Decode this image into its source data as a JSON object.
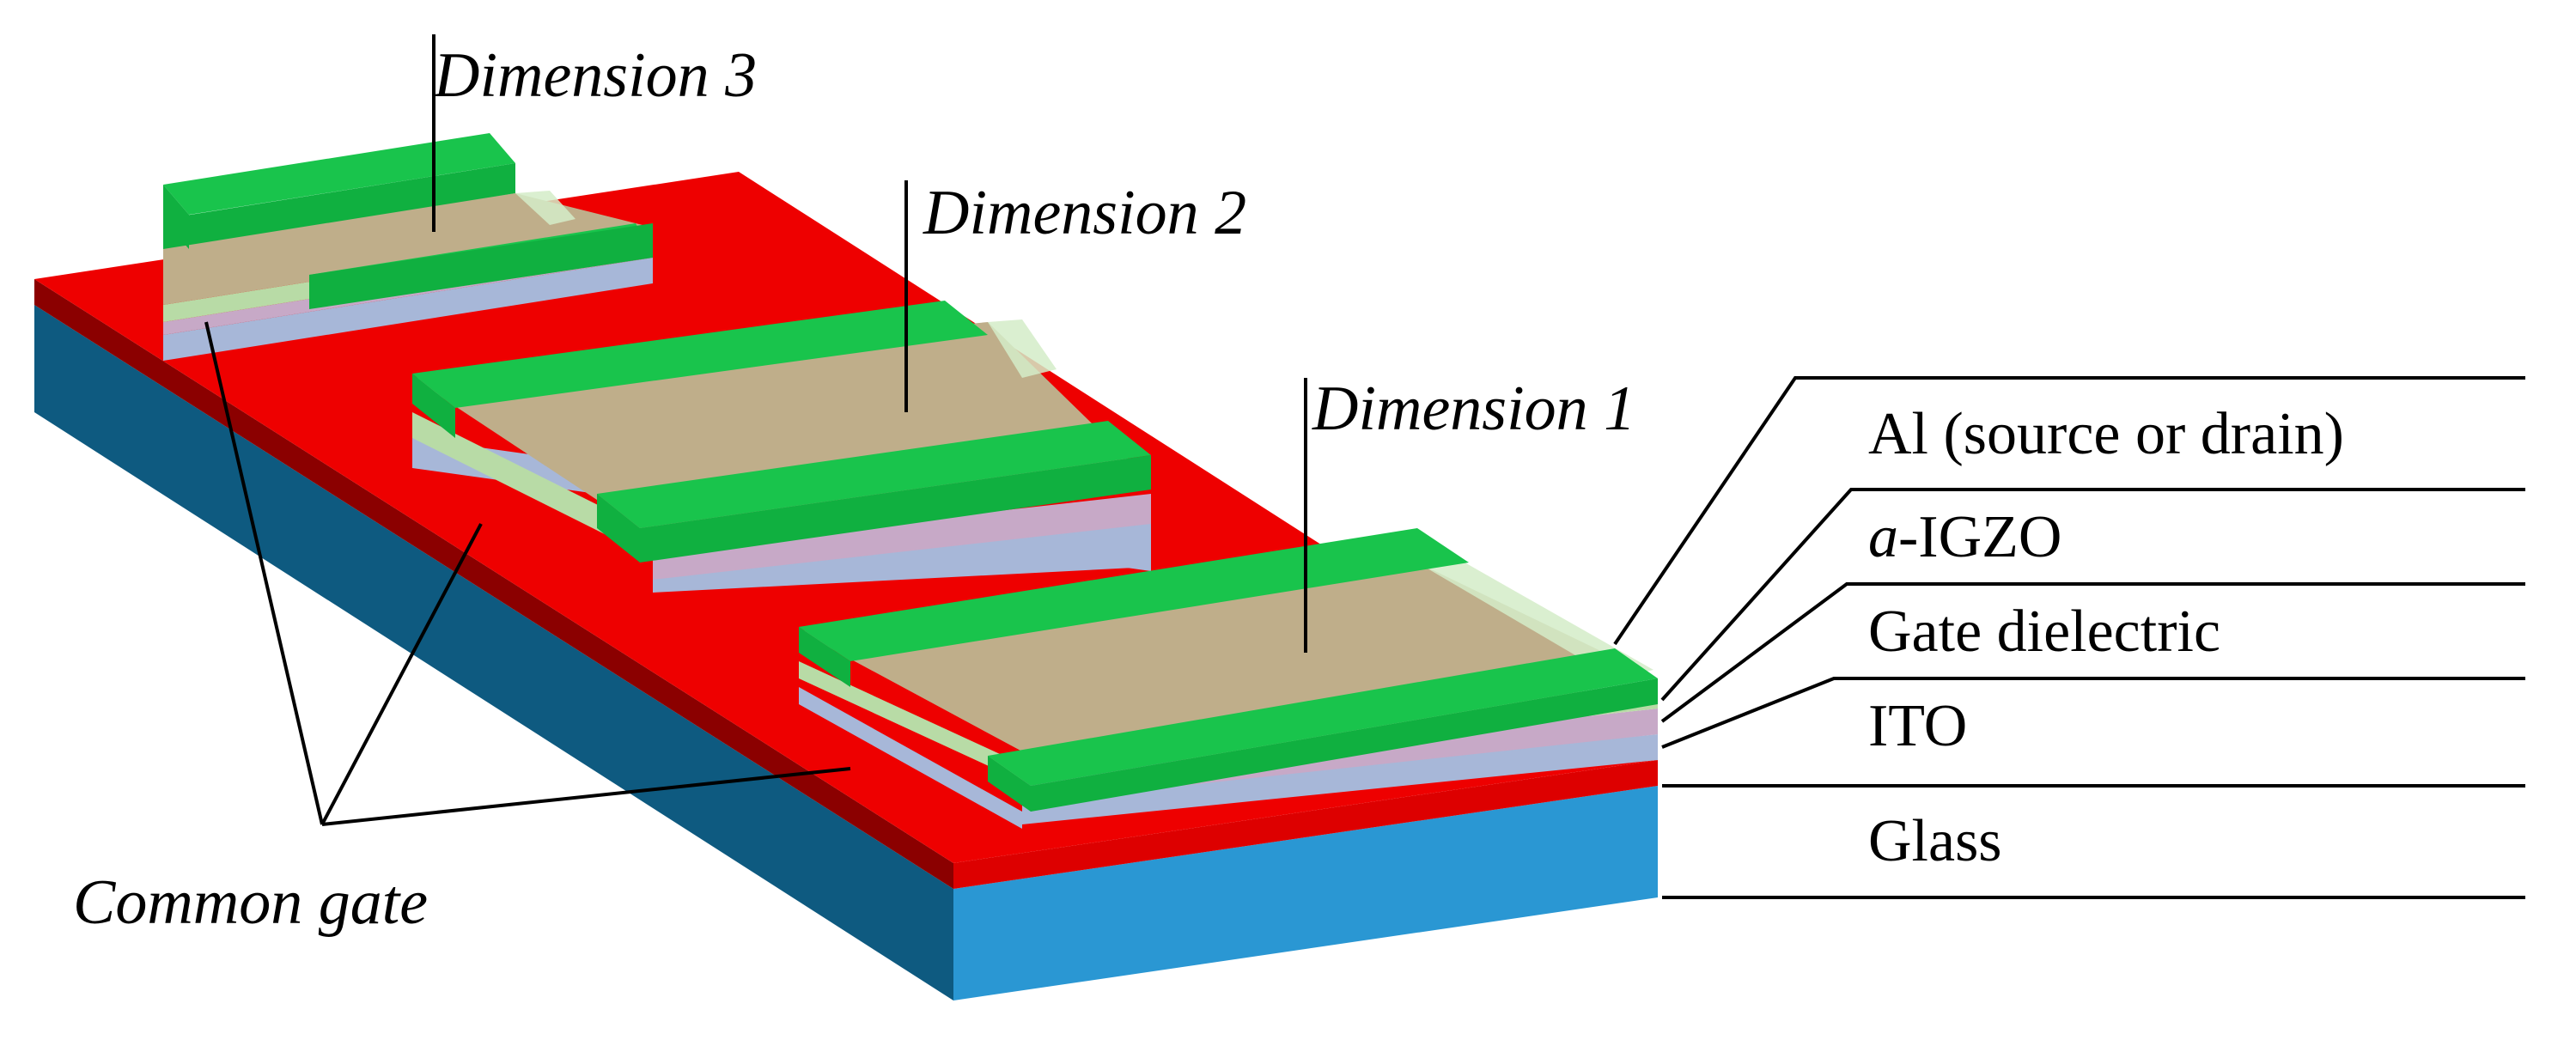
{
  "labels": {
    "dimension_3": "Dimension 3",
    "dimension_2": "Dimension 2",
    "dimension_1": "Dimension 1",
    "common_gate": "Common gate"
  },
  "layers": {
    "al": "Al (source or drain)",
    "igzo_prefix": "a",
    "igzo_suffix": "-IGZO",
    "gate_dielectric": "Gate dielectric",
    "ito": "ITO",
    "glass": "Glass"
  },
  "colors": {
    "glass_top": "#2f9ad6",
    "glass_front": "#2a97d3",
    "glass_side": "#0e5a80",
    "gate_top": "#ee0000",
    "gate_front": "#dd0000",
    "gate_side": "#8b0000",
    "electrode_top": "#19c44c",
    "electrode_front": "#10b040",
    "channel": "#bfae8a",
    "igzo": "#b8dba6",
    "dielectric": "#c7a9c7",
    "ito": "#a7b7d8",
    "glass_sheen": "#d4ecc8"
  }
}
